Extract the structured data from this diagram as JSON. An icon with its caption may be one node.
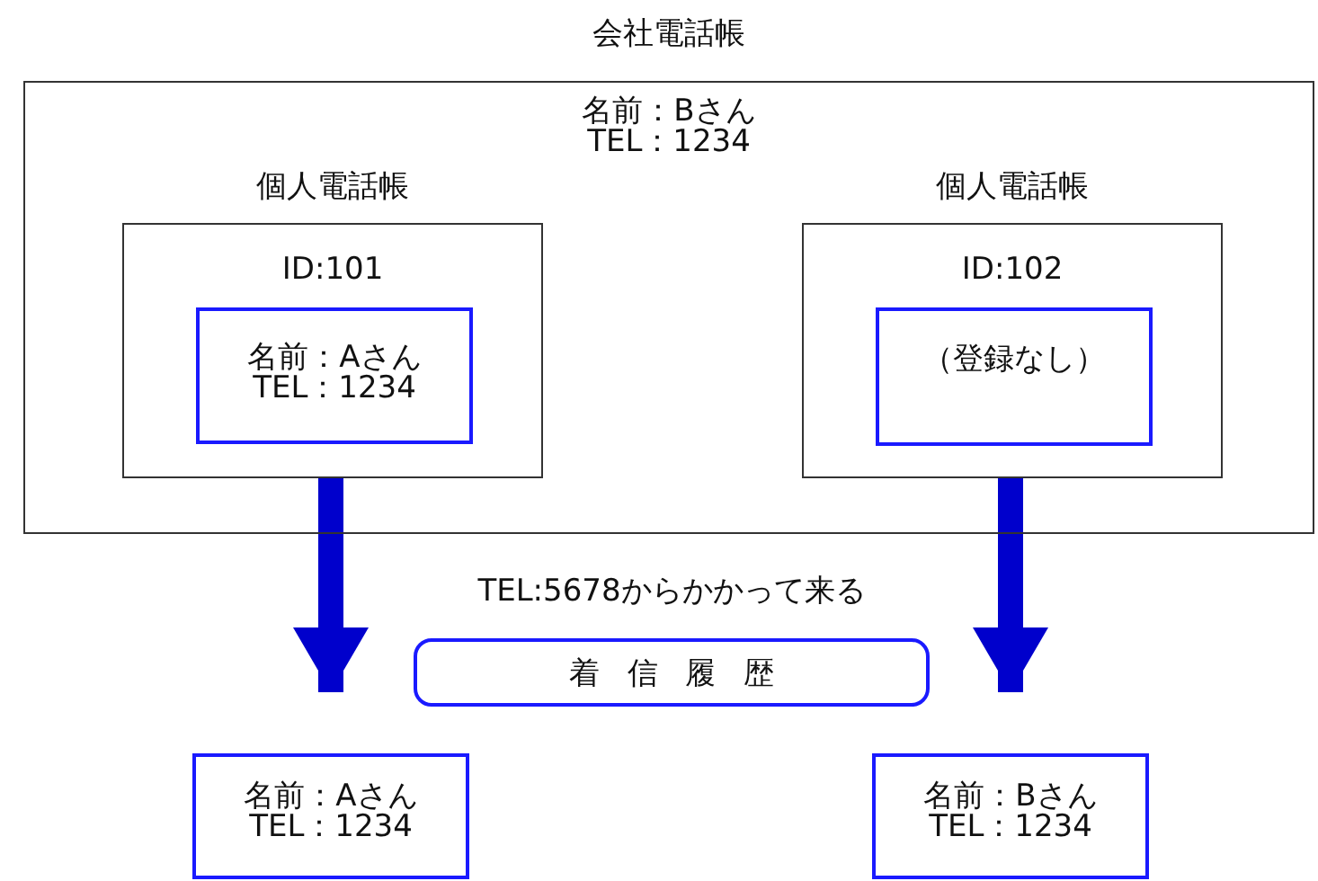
{
  "diagram": {
    "nodes": [
      {
        "text": [
          "会社電話帳",
          "名前：Bさん TEL：1234"
        ]
      },
      {
        "text": [
          "個人電話帳",
          "ID:101"
        ],
        "in": 0
      },
      {
        "text": [
          "名前：Aさん TEL：1234"
        ],
        "in": 1
      },
      {
        "text": [
          "個人電話帳",
          "ID:102"
        ],
        "in": 0
      },
      {
        "text": [
          "（登録なし）"
        ],
        "in": 3
      },
      {
        "text": [
          "着信履歴"
        ]
      },
      {
        "text": [
          "名前：Aさん TEL：1234"
        ]
      },
      {
        "text": [
          "名前：Bさん TEL：1234"
        ]
      }
    ],
    "edges": [
      {
        "from": 1,
        "to": 6,
        "arrow": "to"
      },
      {
        "from": 3,
        "to": 7,
        "arrow": "to"
      }
    ],
    "labels": [
      "TEL:5678からかかって来る"
    ]
  }
}
